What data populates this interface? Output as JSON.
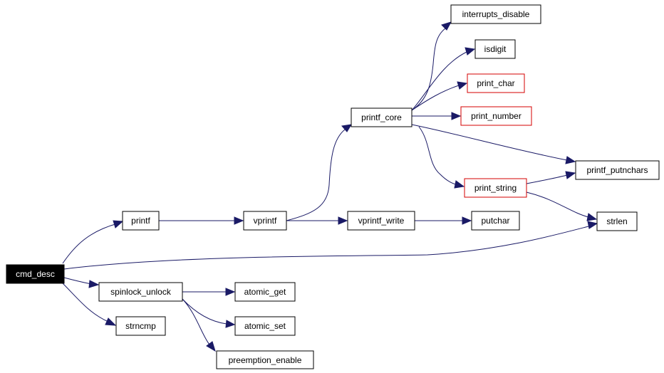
{
  "colors": {
    "edge": "#1a1a66",
    "node_border": "#000000",
    "node_border_incomplete": "#d40000",
    "root_fill": "#000000",
    "root_text": "#ffffff"
  },
  "nodes": {
    "cmd_desc": "cmd_desc",
    "printf": "printf",
    "spinlock_unlock": "spinlock_unlock",
    "strncmp": "strncmp",
    "vprintf": "vprintf",
    "atomic_get": "atomic_get",
    "atomic_set": "atomic_set",
    "preemption_enable": "preemption_enable",
    "printf_core": "printf_core",
    "vprintf_write": "vprintf_write",
    "putchar": "putchar",
    "interrupts_disable": "interrupts_disable",
    "isdigit": "isdigit",
    "print_char": "print_char",
    "print_number": "print_number",
    "print_string": "print_string",
    "printf_putnchars": "printf_putnchars",
    "strlen": "strlen"
  }
}
